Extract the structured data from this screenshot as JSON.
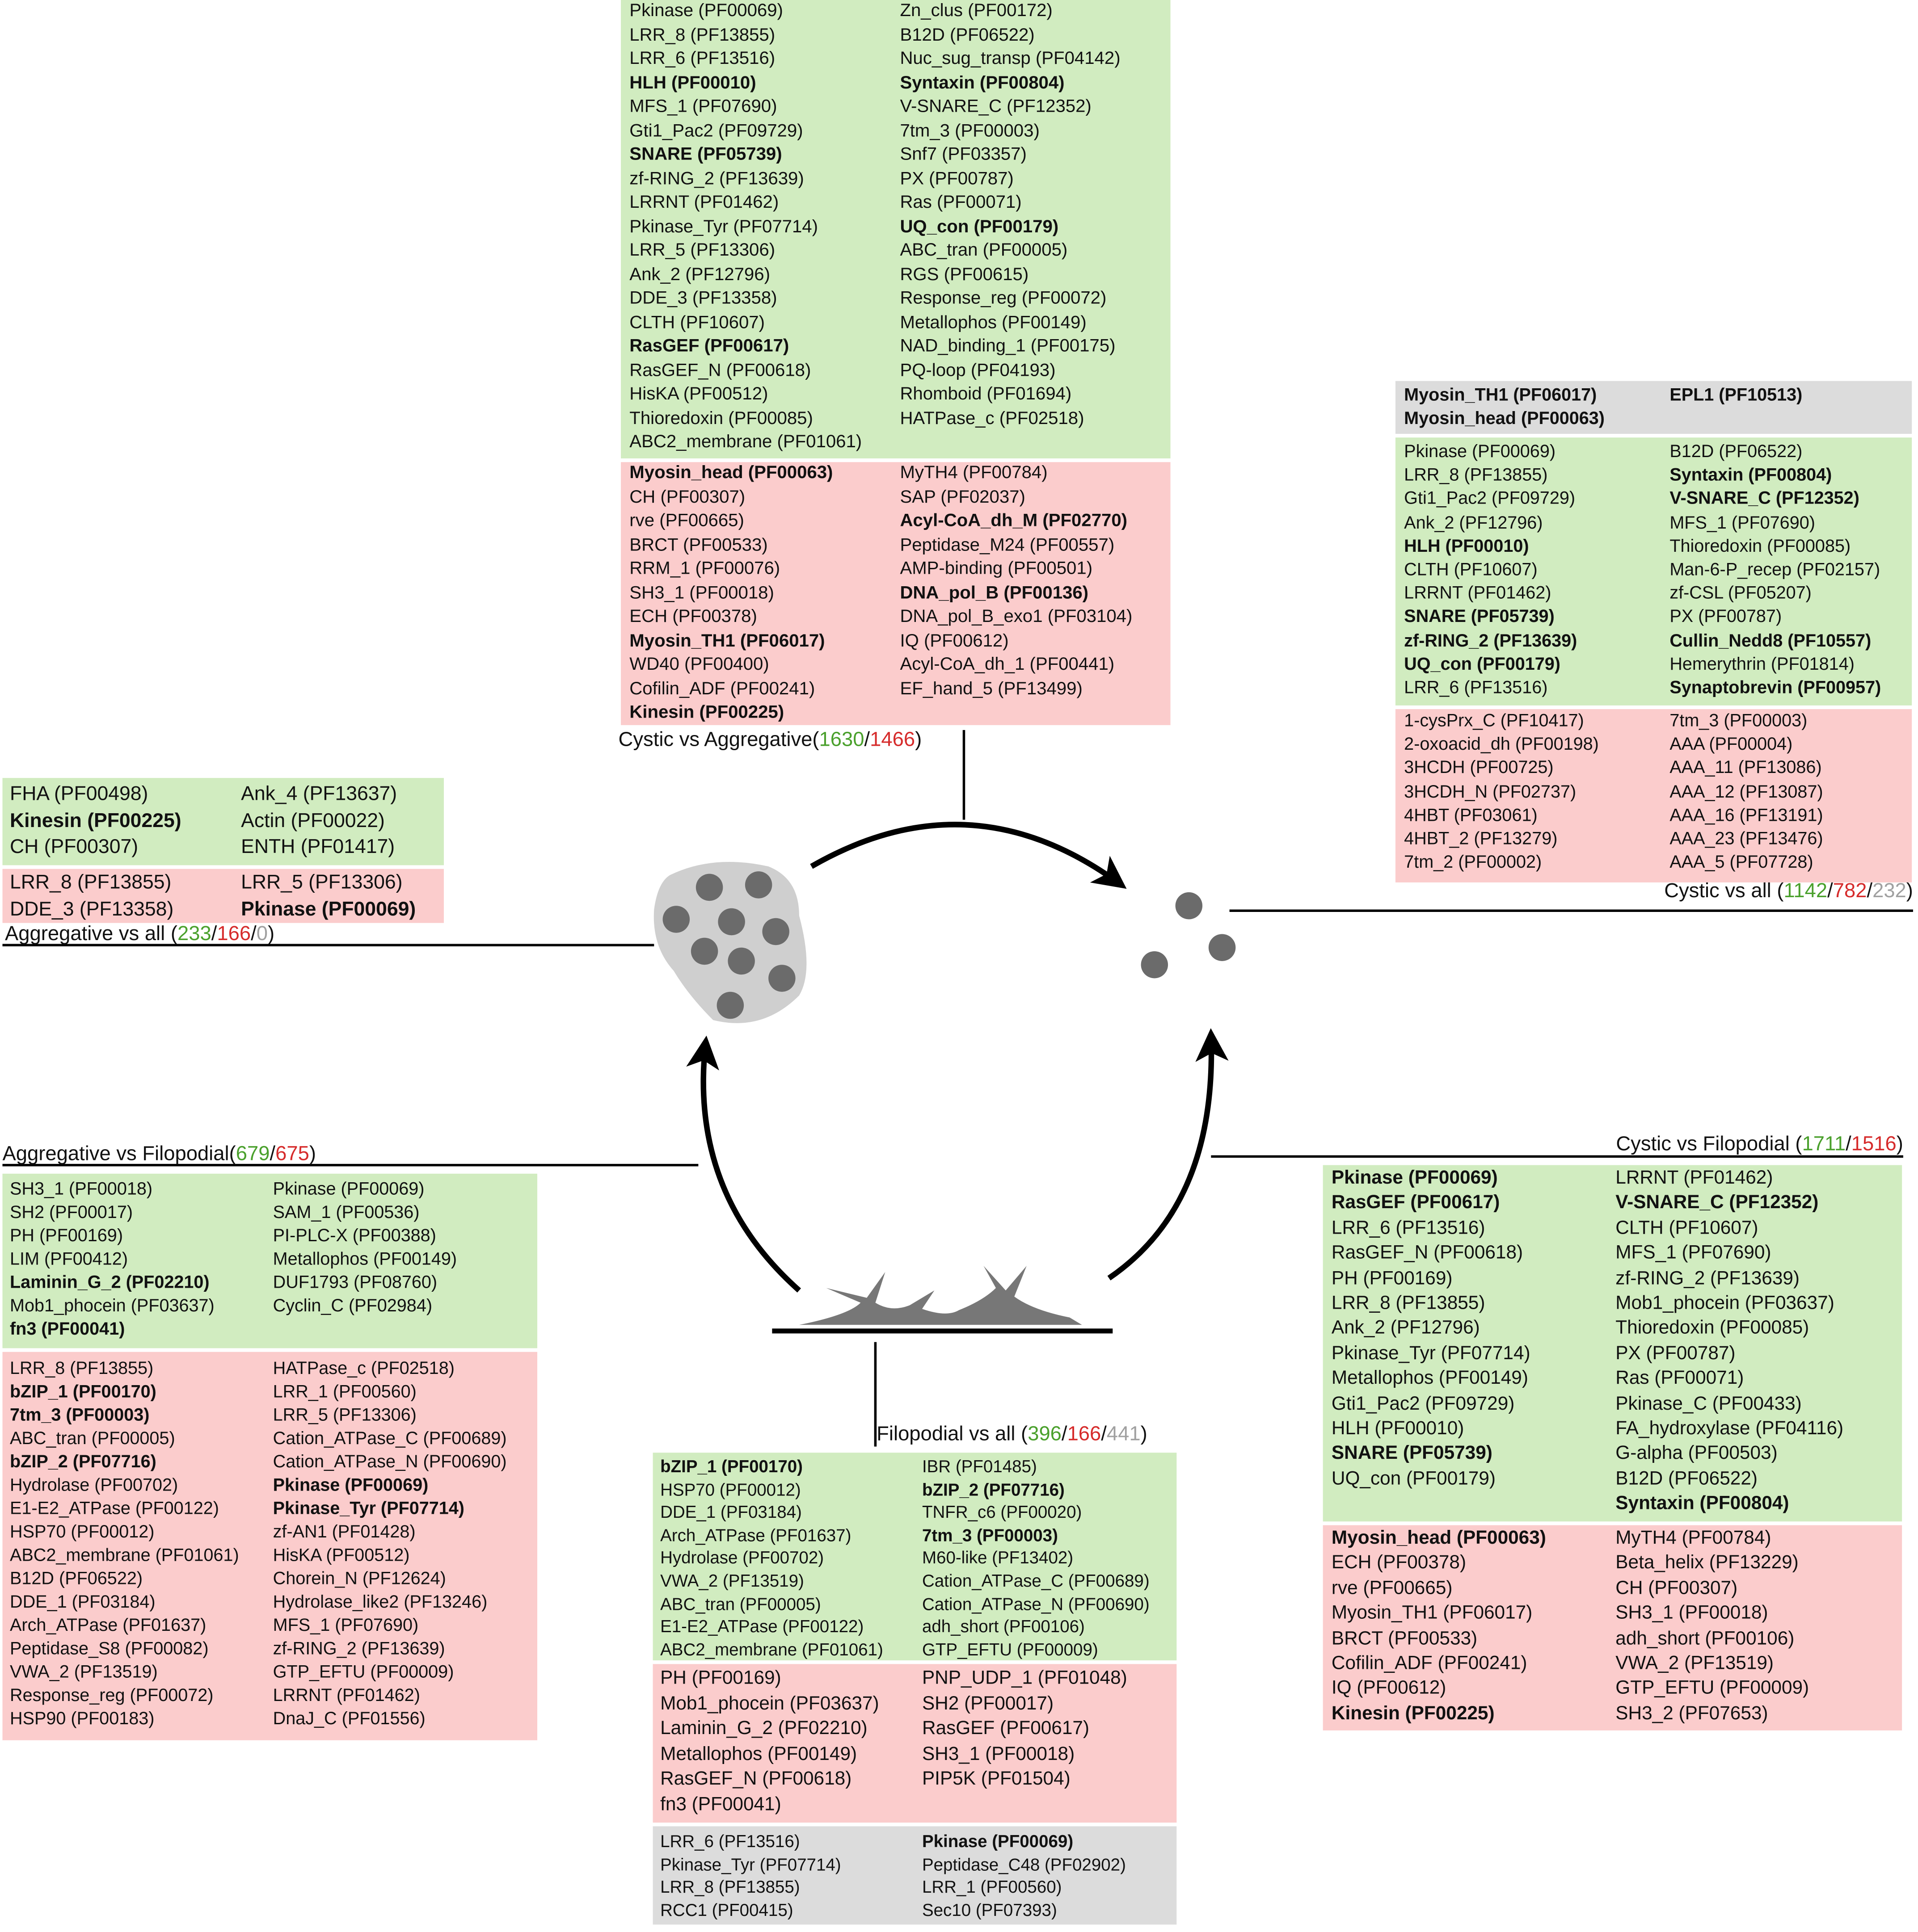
{
  "colors": {
    "green_bg": "#d1ecc0",
    "red_bg": "#fbcccc",
    "gray_bg": "#dcdcdc",
    "green_text": "#4aa02c",
    "red_text": "#d62b2b",
    "gray_text": "#a0a0a0"
  },
  "labels": {
    "cystic_vs_aggregative": {
      "prefix": "Cystic vs Aggregative(",
      "green": "1630",
      "red": "1466",
      "suffix": ")"
    },
    "cystic_vs_all": {
      "prefix": "Cystic vs all (",
      "green": "1142",
      "red": "782",
      "gray": "232",
      "suffix": ")"
    },
    "aggregative_vs_all": {
      "prefix": "Aggregative vs all (",
      "green": "233",
      "red": "166",
      "gray": "0",
      "suffix": ")"
    },
    "aggregative_vs_filopodial": {
      "prefix": "Aggregative vs Filopodial(",
      "green": "679",
      "red": "675",
      "suffix": ")"
    },
    "cystic_vs_filopodial": {
      "prefix": "Cystic vs Filopodial (",
      "green": "1711",
      "red": "1516",
      "suffix": ")"
    },
    "filopodial_vs_all": {
      "prefix": "Filopodial vs all (",
      "green": "396",
      "red": "166",
      "gray": "441",
      "suffix": ")"
    }
  },
  "panels": {
    "top": [
      {
        "color": "green",
        "cols": [
          [
            {
              "t": "Pkinase (PF00069)"
            },
            {
              "t": "LRR_8 (PF13855)"
            },
            {
              "t": "LRR_6 (PF13516)"
            },
            {
              "t": "HLH (PF00010)",
              "b": 1
            },
            {
              "t": "MFS_1 (PF07690)"
            },
            {
              "t": "Gti1_Pac2 (PF09729)"
            },
            {
              "t": "SNARE (PF05739)",
              "b": 1
            },
            {
              "t": "zf-RING_2 (PF13639)"
            },
            {
              "t": "LRRNT (PF01462)"
            },
            {
              "t": "Pkinase_Tyr (PF07714)"
            },
            {
              "t": "LRR_5 (PF13306)"
            },
            {
              "t": "Ank_2 (PF12796)"
            },
            {
              "t": "DDE_3 (PF13358)"
            },
            {
              "t": "CLTH (PF10607)"
            },
            {
              "t": "RasGEF (PF00617)",
              "b": 1
            },
            {
              "t": "RasGEF_N (PF00618)"
            },
            {
              "t": "HisKA (PF00512)"
            },
            {
              "t": "Thioredoxin (PF00085)"
            },
            {
              "t": "ABC2_membrane (PF01061)"
            }
          ],
          [
            {
              "t": "Zn_clus (PF00172)"
            },
            {
              "t": "B12D (PF06522)"
            },
            {
              "t": "Nuc_sug_transp (PF04142)"
            },
            {
              "t": "Syntaxin (PF00804)",
              "b": 1
            },
            {
              "t": "V-SNARE_C (PF12352)"
            },
            {
              "t": "7tm_3 (PF00003)"
            },
            {
              "t": "Snf7 (PF03357)"
            },
            {
              "t": "PX (PF00787)"
            },
            {
              "t": "Ras (PF00071)"
            },
            {
              "t": "UQ_con (PF00179)",
              "b": 1
            },
            {
              "t": "ABC_tran (PF00005)"
            },
            {
              "t": "RGS (PF00615)"
            },
            {
              "t": "Response_reg (PF00072)"
            },
            {
              "t": "Metallophos (PF00149)"
            },
            {
              "t": "NAD_binding_1 (PF00175)"
            },
            {
              "t": "PQ-loop (PF04193)"
            },
            {
              "t": "Rhomboid (PF01694)"
            },
            {
              "t": "HATPase_c (PF02518)"
            }
          ]
        ]
      },
      {
        "color": "red",
        "cols": [
          [
            {
              "t": "Myosin_head (PF00063)",
              "b": 1
            },
            {
              "t": "CH (PF00307)"
            },
            {
              "t": "rve (PF00665)"
            },
            {
              "t": "BRCT (PF00533)"
            },
            {
              "t": "RRM_1 (PF00076)"
            },
            {
              "t": "SH3_1 (PF00018)"
            },
            {
              "t": "ECH (PF00378)"
            },
            {
              "t": "Myosin_TH1 (PF06017)",
              "b": 1
            },
            {
              "t": "WD40 (PF00400)"
            },
            {
              "t": "Cofilin_ADF (PF00241)"
            },
            {
              "t": "Kinesin (PF00225)",
              "b": 1
            }
          ],
          [
            {
              "t": "MyTH4 (PF00784)"
            },
            {
              "t": "SAP (PF02037)"
            },
            {
              "t": "Acyl-CoA_dh_M (PF02770)",
              "b": 1
            },
            {
              "t": "Peptidase_M24 (PF00557)"
            },
            {
              "t": "AMP-binding (PF00501)"
            },
            {
              "t": "DNA_pol_B (PF00136)",
              "b": 1
            },
            {
              "t": "DNA_pol_B_exo1 (PF03104)"
            },
            {
              "t": "IQ (PF00612)"
            },
            {
              "t": "Acyl-CoA_dh_1 (PF00441)"
            },
            {
              "t": "EF_hand_5 (PF13499)"
            }
          ]
        ]
      }
    ],
    "right": [
      {
        "color": "gray",
        "cols": [
          [
            {
              "t": "Myosin_TH1 (PF06017)",
              "b": 1
            },
            {
              "t": "Myosin_head (PF00063)",
              "b": 1
            }
          ],
          [
            {
              "t": "EPL1 (PF10513)",
              "b": 1
            }
          ]
        ]
      },
      {
        "color": "green",
        "cols": [
          [
            {
              "t": "Pkinase (PF00069)"
            },
            {
              "t": "LRR_8 (PF13855)"
            },
            {
              "t": "Gti1_Pac2 (PF09729)"
            },
            {
              "t": "Ank_2 (PF12796)"
            },
            {
              "t": "HLH (PF00010)",
              "b": 1
            },
            {
              "t": "CLTH (PF10607)"
            },
            {
              "t": "LRRNT (PF01462)"
            },
            {
              "t": "SNARE (PF05739)",
              "b": 1
            },
            {
              "t": "zf-RING_2 (PF13639)",
              "b": 1
            },
            {
              "t": "UQ_con (PF00179)",
              "b": 1
            },
            {
              "t": "LRR_6 (PF13516)"
            }
          ],
          [
            {
              "t": "B12D (PF06522)"
            },
            {
              "t": "Syntaxin (PF00804)",
              "b": 1
            },
            {
              "t": "V-SNARE_C (PF12352)",
              "b": 1
            },
            {
              "t": "MFS_1 (PF07690)"
            },
            {
              "t": "Thioredoxin (PF00085)"
            },
            {
              "t": "Man-6-P_recep (PF02157)"
            },
            {
              "t": "zf-CSL (PF05207)"
            },
            {
              "t": "PX (PF00787)"
            },
            {
              "t": "Cullin_Nedd8 (PF10557)",
              "b": 1
            },
            {
              "t": "Hemerythrin (PF01814)"
            },
            {
              "t": "Synaptobrevin (PF00957)",
              "b": 1
            }
          ]
        ]
      },
      {
        "color": "red",
        "cols": [
          [
            {
              "t": "1-cysPrx_C (PF10417)"
            },
            {
              "t": "2-oxoacid_dh (PF00198)"
            },
            {
              "t": "3HCDH (PF00725)"
            },
            {
              "t": "3HCDH_N (PF02737)"
            },
            {
              "t": "4HBT (PF03061)"
            },
            {
              "t": "4HBT_2 (PF13279)"
            },
            {
              "t": "7tm_2 (PF00002)"
            }
          ],
          [
            {
              "t": "7tm_3 (PF00003)"
            },
            {
              "t": "AAA (PF00004)"
            },
            {
              "t": "AAA_11 (PF13086)"
            },
            {
              "t": "AAA_12 (PF13087)"
            },
            {
              "t": "AAA_16 (PF13191)"
            },
            {
              "t": "AAA_23 (PF13476)"
            },
            {
              "t": "AAA_5 (PF07728)"
            }
          ]
        ]
      }
    ],
    "aggregative_all": [
      {
        "color": "green",
        "cols": [
          [
            {
              "t": "FHA (PF00498)"
            },
            {
              "t": "Kinesin (PF00225)",
              "b": 1
            },
            {
              "t": "CH (PF00307)"
            }
          ],
          [
            {
              "t": "Ank_4 (PF13637)"
            },
            {
              "t": "Actin (PF00022)"
            },
            {
              "t": "ENTH (PF01417)"
            }
          ]
        ]
      },
      {
        "color": "red",
        "cols": [
          [
            {
              "t": "LRR_8 (PF13855)"
            },
            {
              "t": "DDE_3 (PF13358)"
            }
          ],
          [
            {
              "t": "LRR_5 (PF13306)"
            },
            {
              "t": "Pkinase (PF00069)",
              "b": 1
            }
          ]
        ]
      }
    ],
    "aggregative_filopodial": [
      {
        "color": "green",
        "cols": [
          [
            {
              "t": "SH3_1 (PF00018)"
            },
            {
              "t": "SH2 (PF00017)"
            },
            {
              "t": "PH (PF00169)"
            },
            {
              "t": "LIM (PF00412)"
            },
            {
              "t": "Laminin_G_2 (PF02210)",
              "b": 1
            },
            {
              "t": "Mob1_phocein (PF03637)"
            },
            {
              "t": "fn3 (PF00041)",
              "b": 1
            }
          ],
          [
            {
              "t": "Pkinase (PF00069)"
            },
            {
              "t": "SAM_1 (PF00536)"
            },
            {
              "t": "PI-PLC-X (PF00388)"
            },
            {
              "t": "Metallophos (PF00149)"
            },
            {
              "t": "DUF1793 (PF08760)"
            },
            {
              "t": "Cyclin_C (PF02984)"
            }
          ]
        ]
      },
      {
        "color": "red",
        "cols": [
          [
            {
              "t": "LRR_8 (PF13855)"
            },
            {
              "t": "bZIP_1 (PF00170)",
              "b": 1
            },
            {
              "t": "7tm_3 (PF00003)",
              "b": 1
            },
            {
              "t": "ABC_tran (PF00005)"
            },
            {
              "t": "bZIP_2 (PF07716)",
              "b": 1
            },
            {
              "t": "Hydrolase (PF00702)"
            },
            {
              "t": "E1-E2_ATPase (PF00122)"
            },
            {
              "t": "HSP70 (PF00012)"
            },
            {
              "t": "ABC2_membrane (PF01061)"
            },
            {
              "t": "B12D (PF06522)"
            },
            {
              "t": "DDE_1 (PF03184)"
            },
            {
              "t": "Arch_ATPase (PF01637)"
            },
            {
              "t": "Peptidase_S8 (PF00082)"
            },
            {
              "t": "VWA_2 (PF13519)"
            },
            {
              "t": "Response_reg (PF00072)"
            },
            {
              "t": "HSP90 (PF00183)"
            }
          ],
          [
            {
              "t": "HATPase_c (PF02518)"
            },
            {
              "t": "LRR_1 (PF00560)"
            },
            {
              "t": "LRR_5 (PF13306)"
            },
            {
              "t": "Cation_ATPase_C (PF00689)"
            },
            {
              "t": "Cation_ATPase_N (PF00690)"
            },
            {
              "t": "Pkinase (PF00069)",
              "b": 1
            },
            {
              "t": "Pkinase_Tyr (PF07714)",
              "b": 1
            },
            {
              "t": "zf-AN1 (PF01428)"
            },
            {
              "t": "HisKA (PF00512)"
            },
            {
              "t": "Chorein_N (PF12624)"
            },
            {
              "t": "Hydrolase_like2 (PF13246)"
            },
            {
              "t": "MFS_1 (PF07690)"
            },
            {
              "t": "zf-RING_2 (PF13639)"
            },
            {
              "t": "GTP_EFTU (PF00009)"
            },
            {
              "t": "LRRNT (PF01462)"
            },
            {
              "t": "DnaJ_C (PF01556)"
            }
          ]
        ]
      }
    ],
    "cystic_filopodial": [
      {
        "color": "green",
        "cols": [
          [
            {
              "t": "Pkinase (PF00069)",
              "b": 1
            },
            {
              "t": "RasGEF (PF00617)",
              "b": 1
            },
            {
              "t": "LRR_6 (PF13516)"
            },
            {
              "t": "RasGEF_N (PF00618)"
            },
            {
              "t": "PH (PF00169)"
            },
            {
              "t": "LRR_8 (PF13855)"
            },
            {
              "t": "Ank_2 (PF12796)"
            },
            {
              "t": "Pkinase_Tyr (PF07714)"
            },
            {
              "t": "Metallophos (PF00149)"
            },
            {
              "t": "Gti1_Pac2 (PF09729)"
            },
            {
              "t": "HLH (PF00010)"
            },
            {
              "t": "SNARE (PF05739)",
              "b": 1
            },
            {
              "t": "UQ_con (PF00179)"
            }
          ],
          [
            {
              "t": "LRRNT (PF01462)"
            },
            {
              "t": "V-SNARE_C (PF12352)",
              "b": 1
            },
            {
              "t": "CLTH (PF10607)"
            },
            {
              "t": "MFS_1 (PF07690)"
            },
            {
              "t": "zf-RING_2 (PF13639)"
            },
            {
              "t": "Mob1_phocein (PF03637)"
            },
            {
              "t": "Thioredoxin (PF00085)"
            },
            {
              "t": "PX (PF00787)"
            },
            {
              "t": "Ras (PF00071)"
            },
            {
              "t": "Pkinase_C (PF00433)"
            },
            {
              "t": "FA_hydroxylase (PF04116)"
            },
            {
              "t": "G-alpha (PF00503)"
            },
            {
              "t": "B12D (PF06522)"
            },
            {
              "t": "Syntaxin (PF00804)",
              "b": 1
            }
          ]
        ]
      },
      {
        "color": "red",
        "cols": [
          [
            {
              "t": "Myosin_head (PF00063)",
              "b": 1
            },
            {
              "t": "ECH (PF00378)"
            },
            {
              "t": "rve (PF00665)"
            },
            {
              "t": "Myosin_TH1 (PF06017)"
            },
            {
              "t": "BRCT (PF00533)"
            },
            {
              "t": "Cofilin_ADF (PF00241)"
            },
            {
              "t": "IQ (PF00612)"
            },
            {
              "t": "Kinesin (PF00225)",
              "b": 1
            }
          ],
          [
            {
              "t": "MyTH4 (PF00784)"
            },
            {
              "t": "Beta_helix (PF13229)"
            },
            {
              "t": "CH (PF00307)"
            },
            {
              "t": "SH3_1 (PF00018)"
            },
            {
              "t": "adh_short (PF00106)"
            },
            {
              "t": "VWA_2 (PF13519)"
            },
            {
              "t": "GTP_EFTU (PF00009)"
            },
            {
              "t": "SH3_2 (PF07653)"
            }
          ]
        ]
      }
    ],
    "filopodial_all": [
      {
        "color": "green",
        "cols": [
          [
            {
              "t": "bZIP_1 (PF00170)",
              "b": 1
            },
            {
              "t": "HSP70 (PF00012)"
            },
            {
              "t": "DDE_1 (PF03184)"
            },
            {
              "t": "Arch_ATPase (PF01637)"
            },
            {
              "t": "Hydrolase (PF00702)"
            },
            {
              "t": "VWA_2 (PF13519)"
            },
            {
              "t": "ABC_tran (PF00005)"
            },
            {
              "t": "E1-E2_ATPase (PF00122)"
            },
            {
              "t": "ABC2_membrane (PF01061)"
            }
          ],
          [
            {
              "t": "IBR (PF01485)"
            },
            {
              "t": "bZIP_2 (PF07716)",
              "b": 1
            },
            {
              "t": "TNFR_c6 (PF00020)"
            },
            {
              "t": "7tm_3 (PF00003)",
              "b": 1
            },
            {
              "t": "M60-like (PF13402)"
            },
            {
              "t": "Cation_ATPase_C (PF00689)"
            },
            {
              "t": "Cation_ATPase_N (PF00690)"
            },
            {
              "t": "adh_short (PF00106)"
            },
            {
              "t": "GTP_EFTU (PF00009)"
            }
          ]
        ]
      },
      {
        "color": "red",
        "cols": [
          [
            {
              "t": "PH (PF00169)"
            },
            {
              "t": "Mob1_phocein (PF03637)"
            },
            {
              "t": "Laminin_G_2 (PF02210)"
            },
            {
              "t": "Metallophos (PF00149)"
            },
            {
              "t": "RasGEF_N (PF00618)"
            },
            {
              "t": "fn3 (PF00041)"
            }
          ],
          [
            {
              "t": "PNP_UDP_1 (PF01048)"
            },
            {
              "t": "SH2 (PF00017)"
            },
            {
              "t": "RasGEF (PF00617)"
            },
            {
              "t": "SH3_1 (PF00018)"
            },
            {
              "t": "PIP5K (PF01504)"
            }
          ]
        ]
      },
      {
        "color": "gray",
        "cols": [
          [
            {
              "t": "LRR_6 (PF13516)"
            },
            {
              "t": "Pkinase_Tyr (PF07714)"
            },
            {
              "t": "LRR_8 (PF13855)"
            },
            {
              "t": "RCC1 (PF00415)"
            }
          ],
          [
            {
              "t": "Pkinase (PF00069)",
              "b": 1
            },
            {
              "t": "Peptidase_C48 (PF02902)"
            },
            {
              "t": "LRR_1 (PF00560)"
            },
            {
              "t": "Sec10 (PF07393)"
            }
          ]
        ]
      }
    ]
  }
}
